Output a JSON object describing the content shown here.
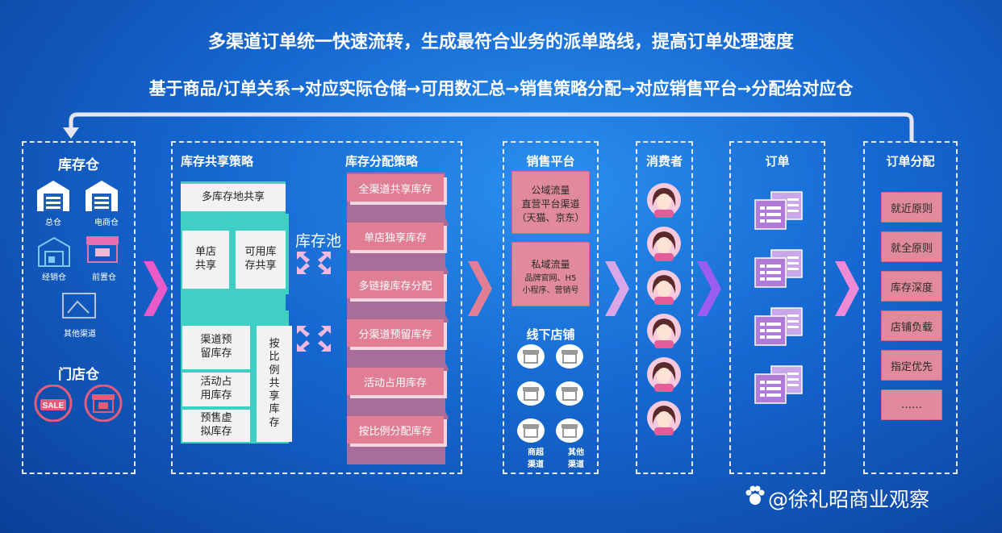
{
  "headline1": "多渠道订单统一快速流转，生成最符合业务的派单路线，提高订单处理速度",
  "headline2": "基于商品/订单关系→对应实际仓储→可用数汇总→销售策略分配→对应销售平台→分配给对应仓",
  "warehouse": {
    "title": "库存仓",
    "items": [
      "总仓",
      "电商仓",
      "经销仓",
      "前置仓",
      "其他渠道"
    ],
    "store_title": "门店仓",
    "sale_tag": "SALE"
  },
  "share_strategy": {
    "title": "库存共享策略",
    "top": "多库存地共享",
    "store_share": "单店\n共享",
    "available_share": "可用库\n存共享",
    "channel_reserve": "渠道预\n留库存",
    "activity": "活动占\n用库存",
    "presale": "预售虚\n拟库存",
    "ratio_share": "按\n比\n例\n共\n享\n库\n存"
  },
  "pool_label": "库存池",
  "alloc_strategy": {
    "title": "库存分配策略",
    "items": [
      "全渠道共享库存",
      "单店独享库存",
      "多链接库存分配",
      "分渠道预留库存",
      "活动占用库存",
      "按比例分配库存"
    ]
  },
  "platform": {
    "title": "销售平台",
    "public_title": "公域流量",
    "public_lines": "直营平台渠道\n（天猫、京东）",
    "private_title": "私域流量",
    "private_lines": "品牌官网、H5\n小程序、营销号",
    "offline_title": "线下店铺",
    "offline_labels": [
      "商超\n渠道",
      "其他\n渠道"
    ]
  },
  "consumer": {
    "title": "消费者",
    "count": 6
  },
  "order": {
    "title": "订单",
    "count": 4
  },
  "dispatch": {
    "title": "订单分配",
    "items": [
      "就近原则",
      "就全原则",
      "库存深度",
      "店铺负载",
      "指定优先",
      "……"
    ]
  },
  "watermark": "@徐礼昭商业观察",
  "colors": {
    "pink": "#e07e94",
    "teal": "#3fcfc4",
    "chevron": "#e85bc8",
    "purple": "#8b5cf6"
  }
}
